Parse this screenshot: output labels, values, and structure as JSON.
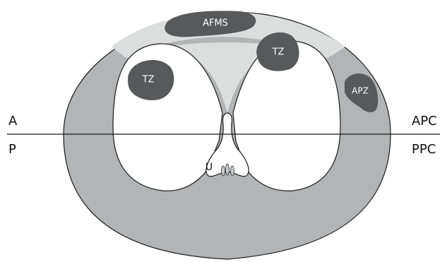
{
  "labels": {
    "afms": "AFMS",
    "tz_left": "TZ",
    "tz_right": "TZ",
    "apz": "APZ",
    "urethra": "U",
    "anterior": "A",
    "posterior": "P",
    "anterior_peripheral_zone": "APC",
    "posterior_peripheral_zone": "PPC"
  },
  "colors": {
    "peripheral": "#b3b4b6",
    "anterior_stroma": "#dcdddd",
    "lesion": "#58595b",
    "tissue_white": "#ffffff",
    "outline": "#1a1a1a"
  }
}
